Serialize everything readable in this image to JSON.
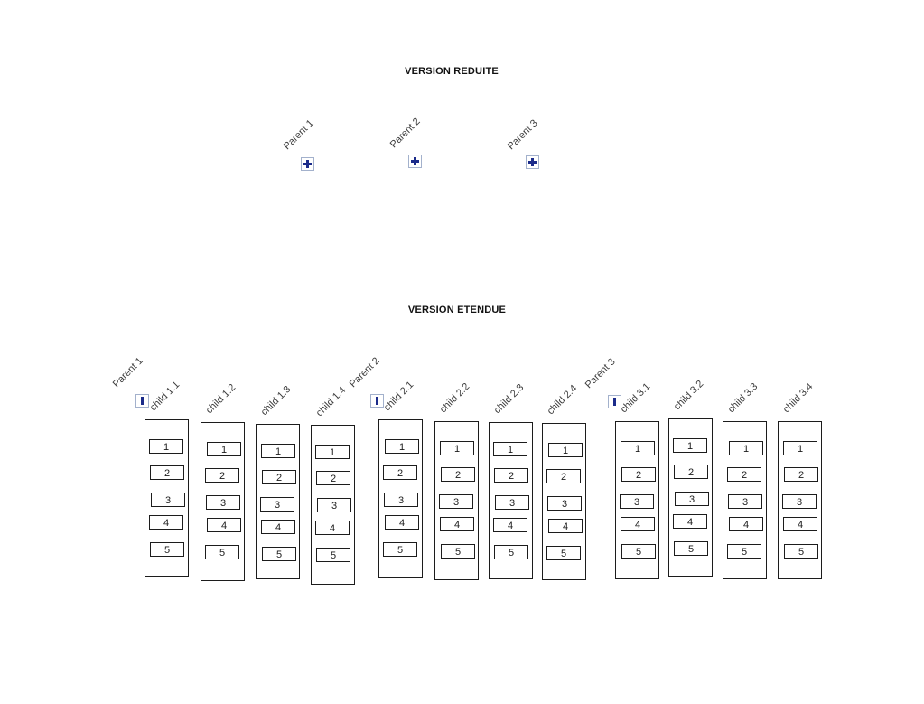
{
  "reduced": {
    "title": "VERSION REDUITE",
    "parents": [
      {
        "label": "Parent 1",
        "icon": "plus-icon"
      },
      {
        "label": "Parent 2",
        "icon": "plus-icon"
      },
      {
        "label": "Parent 3",
        "icon": "plus-icon"
      }
    ]
  },
  "extended": {
    "title": "VERSION ETENDUE",
    "parents": [
      {
        "label": "Parent 1",
        "icon": "collapse-icon",
        "children": [
          {
            "label": "child 1.1",
            "items": [
              "1",
              "2",
              "3",
              "4",
              "5"
            ]
          },
          {
            "label": "child 1.2",
            "items": [
              "1",
              "2",
              "3",
              "4",
              "5"
            ]
          },
          {
            "label": "child 1.3",
            "items": [
              "1",
              "2",
              "3",
              "4",
              "5"
            ]
          },
          {
            "label": "child 1.4",
            "items": [
              "1",
              "2",
              "3",
              "4",
              "5"
            ]
          }
        ]
      },
      {
        "label": "Parent 2",
        "icon": "collapse-icon",
        "children": [
          {
            "label": "child 2.1",
            "items": [
              "1",
              "2",
              "3",
              "4",
              "5"
            ]
          },
          {
            "label": "child 2.2",
            "items": [
              "1",
              "2",
              "3",
              "4",
              "5"
            ]
          },
          {
            "label": "child 2.3",
            "items": [
              "1",
              "2",
              "3",
              "4",
              "5"
            ]
          },
          {
            "label": "child 2.4",
            "items": [
              "1",
              "2",
              "3",
              "4",
              "5"
            ]
          }
        ]
      },
      {
        "label": "Parent 3",
        "icon": "collapse-icon",
        "children": [
          {
            "label": "child 3.1",
            "items": [
              "1",
              "2",
              "3",
              "4",
              "5"
            ]
          },
          {
            "label": "child 3.2",
            "items": [
              "1",
              "2",
              "3",
              "4",
              "5"
            ]
          },
          {
            "label": "child 3.3",
            "items": [
              "1",
              "2",
              "3",
              "4",
              "5"
            ]
          },
          {
            "label": "child 3.4",
            "items": [
              "1",
              "2",
              "3",
              "4",
              "5"
            ]
          }
        ]
      }
    ]
  },
  "colors": {
    "icon_glyph": "#1b2b8a",
    "icon_border": "#a3b1cc",
    "line": "#1c1c1c",
    "label_text": "#3d3d3d"
  }
}
